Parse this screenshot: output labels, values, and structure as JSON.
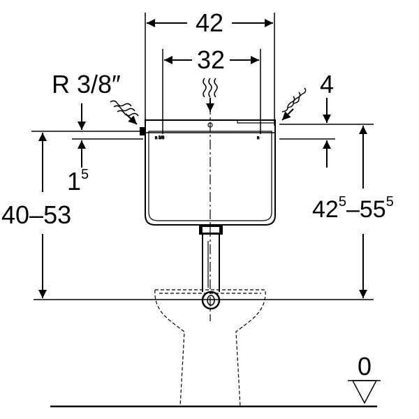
{
  "dimensions": {
    "overall_width": "42",
    "inlet_spacing": "32",
    "water_inlet": "R 3/8″",
    "lid_offset": "4",
    "inlet_offset_base": "1",
    "inlet_offset_sup": "5",
    "installation_height": "40–53",
    "total_height_a": "42",
    "total_height_a_sup": "5",
    "total_height_dash": "–55",
    "total_height_b_sup": "5",
    "floor_level": "0"
  },
  "colors": {
    "line": "#000000",
    "background": "#ffffff"
  }
}
